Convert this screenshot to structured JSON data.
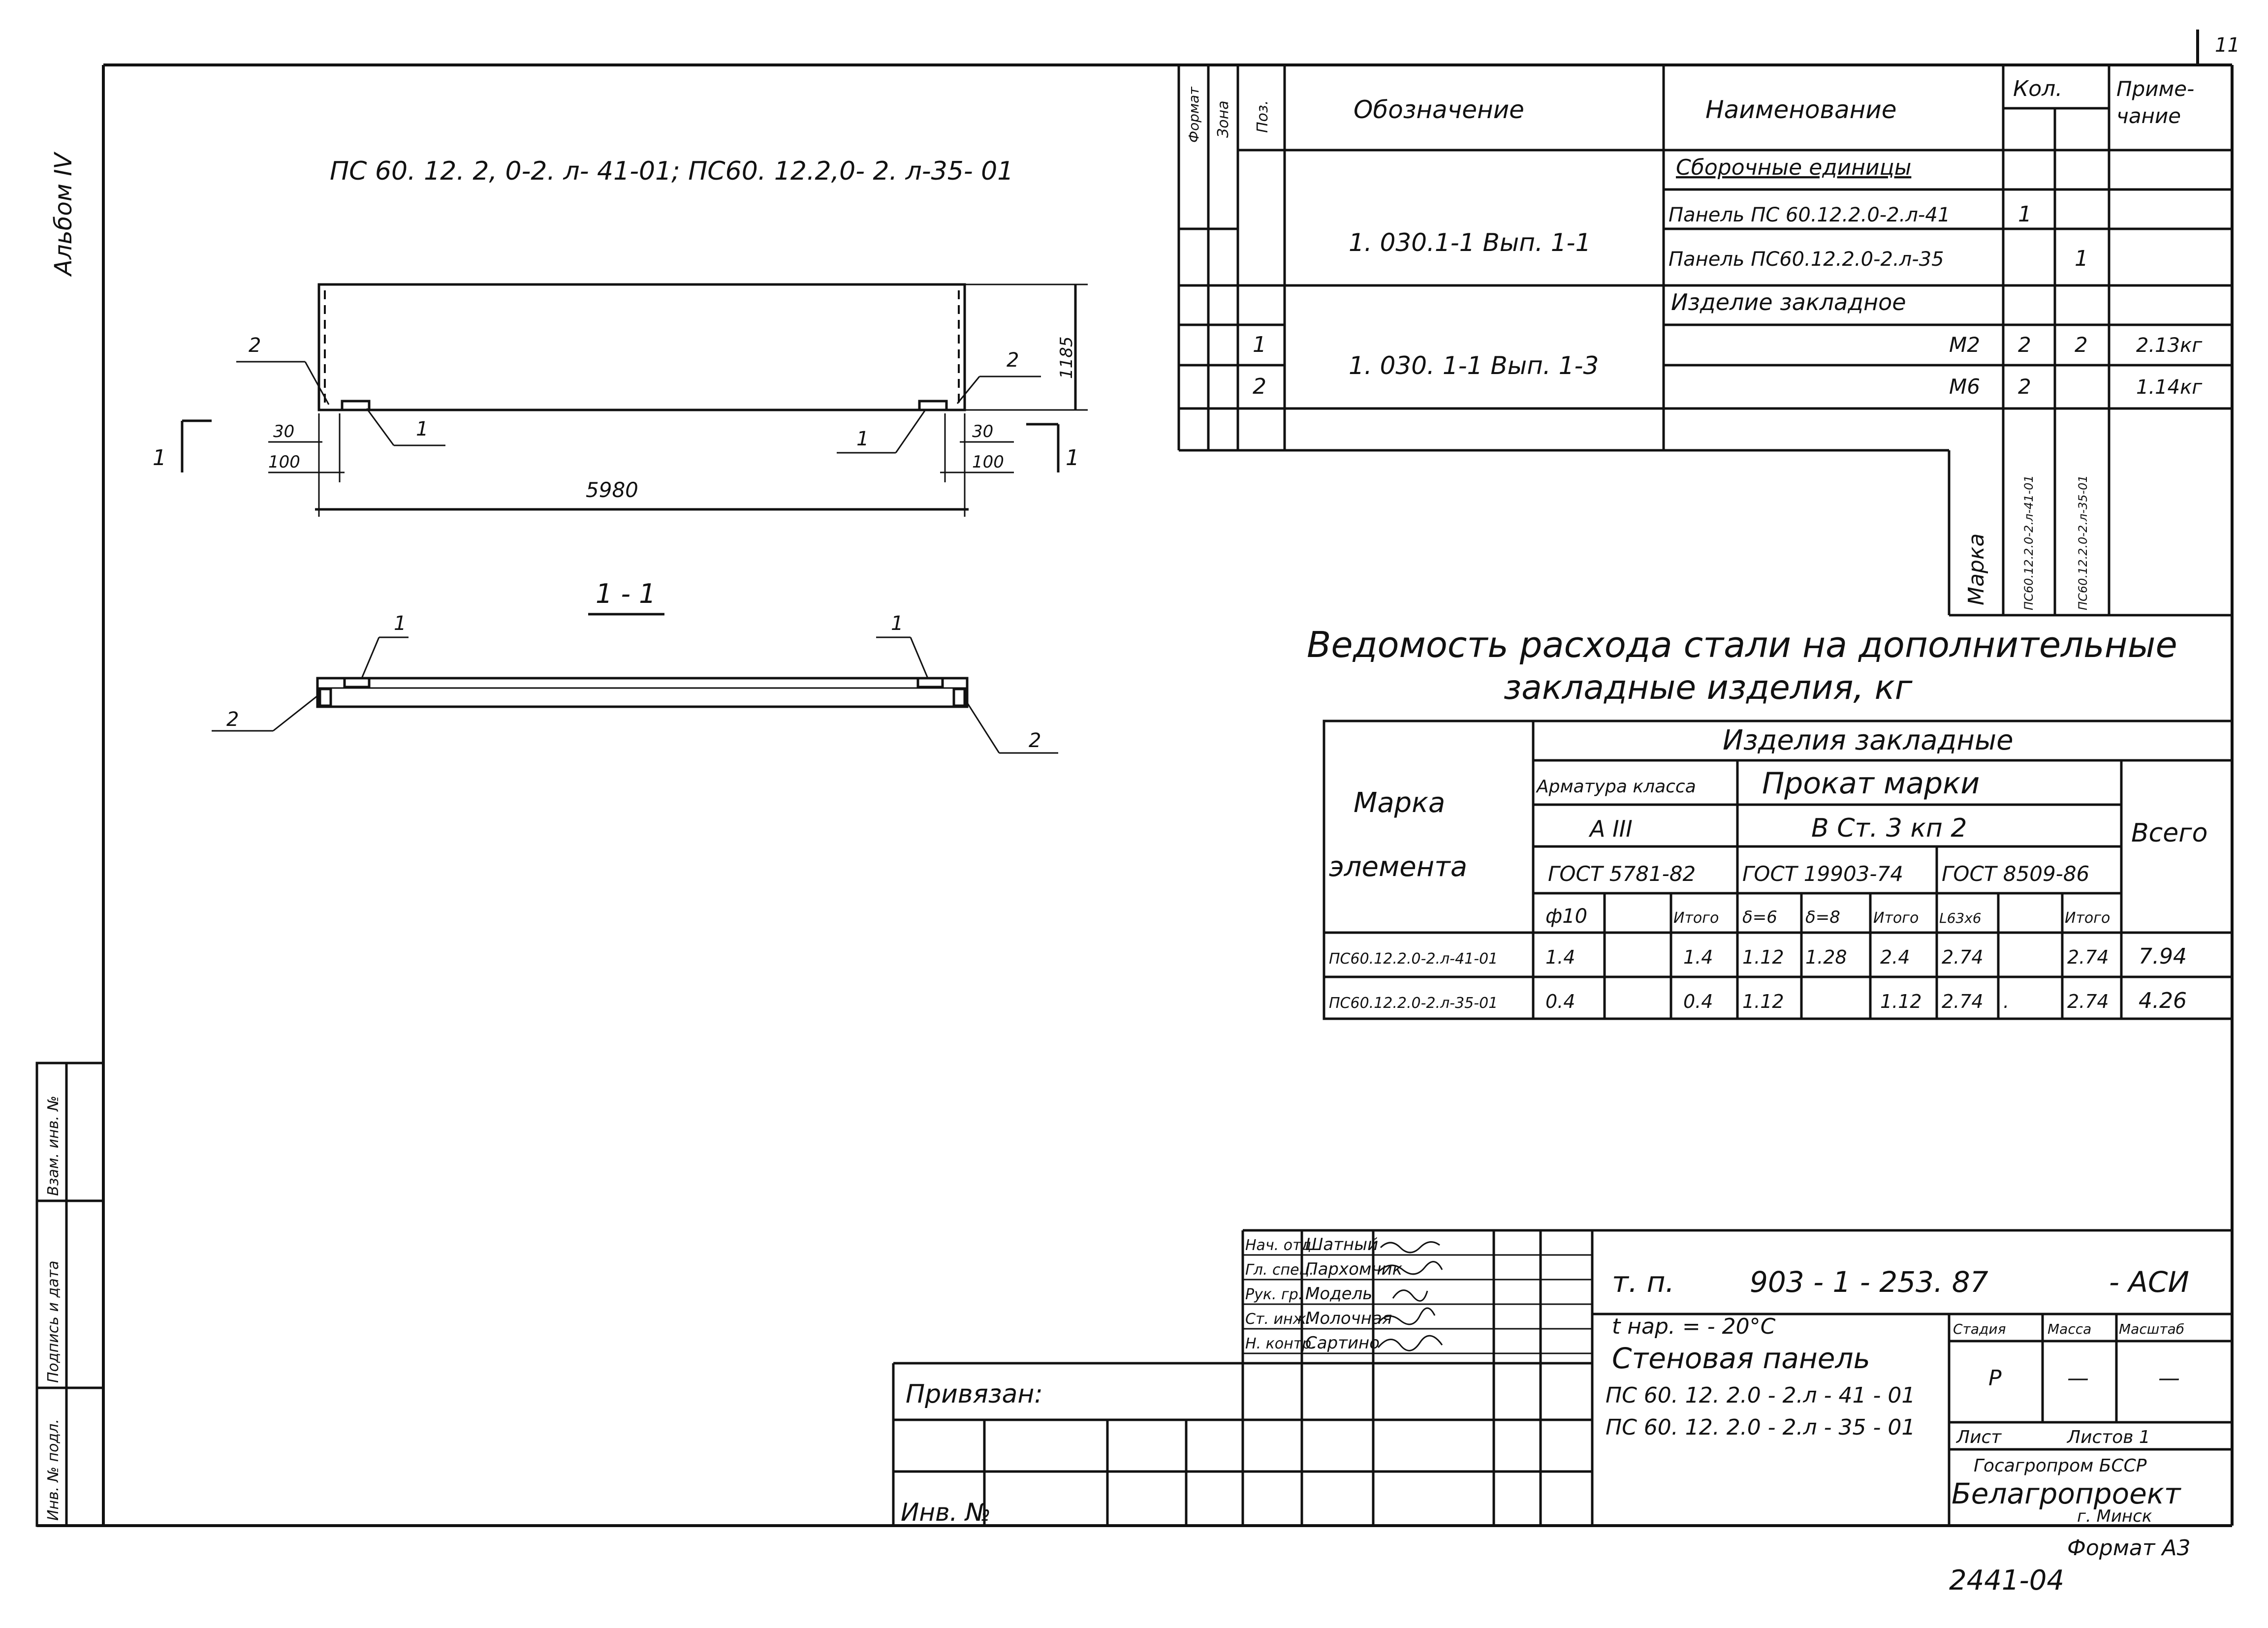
{
  "page_number": "11",
  "album_label": "Альбом IV",
  "drawing_title": "ПС 60. 12. 2, 0-2. л- 41-01; ПС60. 12.2,0- 2. л-35- 01",
  "section_label": "1 - 1",
  "dims": {
    "height": "1185",
    "length": "5980",
    "offset_30_left": "30",
    "offset_100_left": "100",
    "offset_30_right": "30",
    "offset_100_right": "100",
    "cut_left": "1",
    "cut_right": "1"
  },
  "callouts": {
    "pos1": "1",
    "pos2": "2"
  },
  "spec": {
    "headers": {
      "format": "Формат",
      "zone": "Зона",
      "pos": "Поз.",
      "designation": "Обозначение",
      "name": "Наименование",
      "qty": "Кол.",
      "note": "Приме-чание"
    },
    "rows": [
      {
        "pos": "",
        "designation": "",
        "name": "Сборочные единицы",
        "q1": "",
        "q2": "",
        "note": ""
      },
      {
        "pos": "",
        "designation": "1. 030.1-1 Вып. 1-1",
        "name": "Панель ПС 60.12.2.0-2.л-41",
        "q1": "1",
        "q2": "",
        "note": ""
      },
      {
        "pos": "",
        "designation": "",
        "name": "Панель ПС60.12.2.0-2.л-35",
        "q1": "",
        "q2": "1",
        "note": ""
      },
      {
        "pos": "",
        "designation": "",
        "name": "Изделие закладное",
        "q1": "",
        "q2": "",
        "note": ""
      },
      {
        "pos": "1",
        "designation": "1. 030. 1-1 Вып. 1-3",
        "name": "М2",
        "q1": "2",
        "q2": "2",
        "note": "2.13кг"
      },
      {
        "pos": "2",
        "designation": "",
        "name": "М6",
        "q1": "2",
        "q2": "",
        "note": "1.14кг"
      }
    ],
    "marka_label": "Марка",
    "marka_values": [
      "ПС60.12.2.0-2.л-41-01",
      "ПС60.12.2.0-2.л-35-01"
    ]
  },
  "steel": {
    "title_line1": "Ведомость расхода стали на дополнительные",
    "title_line2": "закладные изделия, кг",
    "h_marka": "Марка",
    "h_element": "элемента",
    "h_products": "Изделия закладные",
    "h_rebar": "Арматура класса",
    "h_rebar_class": "А III",
    "h_rebar_gost": "ГОСТ 5781-82",
    "h_rolled": "Прокат марки",
    "h_rolled_grade": "В Ст. 3 кп 2",
    "h_gost1": "ГОСТ 19903-74",
    "h_gost2": "ГОСТ 8509-86",
    "h_total": "Всего",
    "sub": [
      "ф10",
      "",
      "Итого",
      "δ=6",
      "δ=8",
      "Итого",
      "L63х6",
      "",
      "Итого"
    ],
    "rows": [
      {
        "mark": "ПС60.12.2.0-2.л-41-01",
        "v": [
          "1.4",
          "",
          "1.4",
          "1.12",
          "1.28",
          "2.4",
          "2.74",
          "",
          "2.74",
          "7.94"
        ]
      },
      {
        "mark": "ПС60.12.2.0-2.л-35-01",
        "v": [
          "0.4",
          "",
          "0.4",
          "1.12",
          "",
          "1.12",
          "2.74",
          ".",
          "2.74",
          "4.26"
        ]
      }
    ]
  },
  "stamp": {
    "roles": [
      "Нач. отд.",
      "Гл. спец.",
      "Рук. гр.",
      "Ст. инж.",
      "Н. контр."
    ],
    "names": [
      "Шатный",
      "Пархомчик",
      "Модель",
      "Молочная",
      "Сартино"
    ],
    "code_prefix": "т. п.",
    "code": "903 - 1 - 253. 87",
    "code_suffix": "- АСИ",
    "temp": "t нар. = - 20°С",
    "desc1": "Стеновая панель",
    "desc2": "ПС 60. 12. 2.0 - 2.л - 41 - 01",
    "desc3": "ПС 60. 12. 2.0 - 2.л - 35 - 01",
    "stage_h": "Стадия",
    "mass_h": "Масса",
    "scale_h": "Масштаб",
    "stage": "Р",
    "mass": "—",
    "scale": "—",
    "sheet_h": "Лист",
    "sheets_h": "Листов 1",
    "org1": "Госагропром БССР",
    "org2": "Белагропроект",
    "city": "г. Минск",
    "bound": "Привязан:",
    "inv": "Инв. №"
  },
  "side_labels": [
    "Инв. № подл.",
    "Подпись и дата",
    "Взам. инв. №"
  ],
  "format_label": "Формат А3",
  "doc_number": "2441-04"
}
